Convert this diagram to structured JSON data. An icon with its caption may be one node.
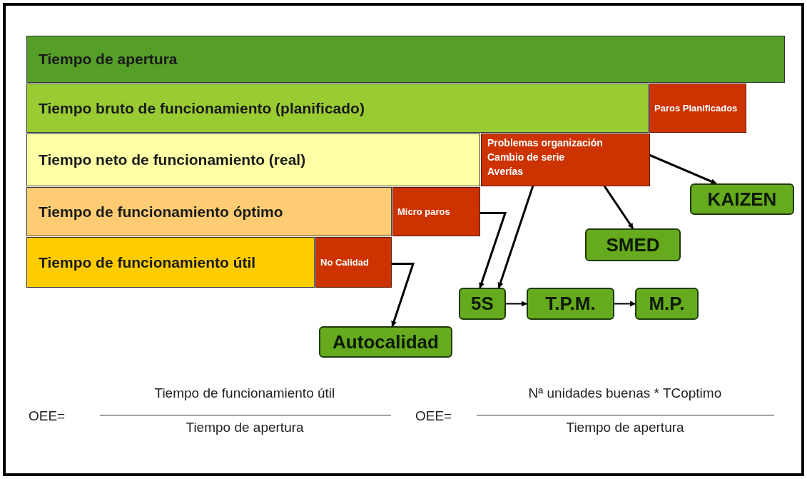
{
  "diagram": {
    "nodes": [
      {
        "text": [
          "Tiempo de apertura"
        ]
      },
      {
        "text": [
          "Tiempo bruto de funcionamiento (planificado)"
        ]
      },
      {
        "text": [
          "Paros Planificados"
        ]
      },
      {
        "text": [
          "Tiempo neto de funcionamiento (real)"
        ]
      },
      {
        "text": [],
        "shape": "box"
      },
      {
        "text": [
          "Problemas organización"
        ],
        "in": 4
      },
      {
        "text": [
          "Cambio de serie"
        ],
        "in": 4
      },
      {
        "text": [
          "Averías"
        ],
        "in": 4
      },
      {
        "text": [
          "Tiempo de funcionamiento óptimo"
        ]
      },
      {
        "text": [
          "Micro paros"
        ]
      },
      {
        "text": [
          "Tiempo de funcionamiento útil"
        ]
      },
      {
        "text": [
          "No Calidad"
        ]
      },
      {
        "text": [
          "KAIZEN"
        ]
      },
      {
        "text": [
          "SMED"
        ]
      },
      {
        "text": [
          "5S"
        ]
      },
      {
        "text": [
          "T.P.M."
        ]
      },
      {
        "text": [
          "M.P."
        ]
      },
      {
        "text": [
          "Autocalidad"
        ]
      }
    ],
    "edges": [
      {
        "from": 5,
        "to": 12,
        "arrow": "to"
      },
      {
        "from": 6,
        "to": 13,
        "arrow": "to"
      },
      {
        "from": 7,
        "to": 14,
        "arrow": "to"
      },
      {
        "from": 9,
        "to": 14,
        "arrow": "to"
      },
      {
        "from": 14,
        "to": 15,
        "arrow": "to"
      },
      {
        "from": 15,
        "to": 16,
        "arrow": "to"
      },
      {
        "from": 11,
        "to": 17,
        "arrow": "to"
      }
    ],
    "labels": [
      "OEE=",
      "Tiempo de funcionamiento útil",
      "Tiempo de apertura",
      "OEE=",
      "Nª unidades buenas * TCoptimo",
      "Tiempo de apertura"
    ]
  }
}
